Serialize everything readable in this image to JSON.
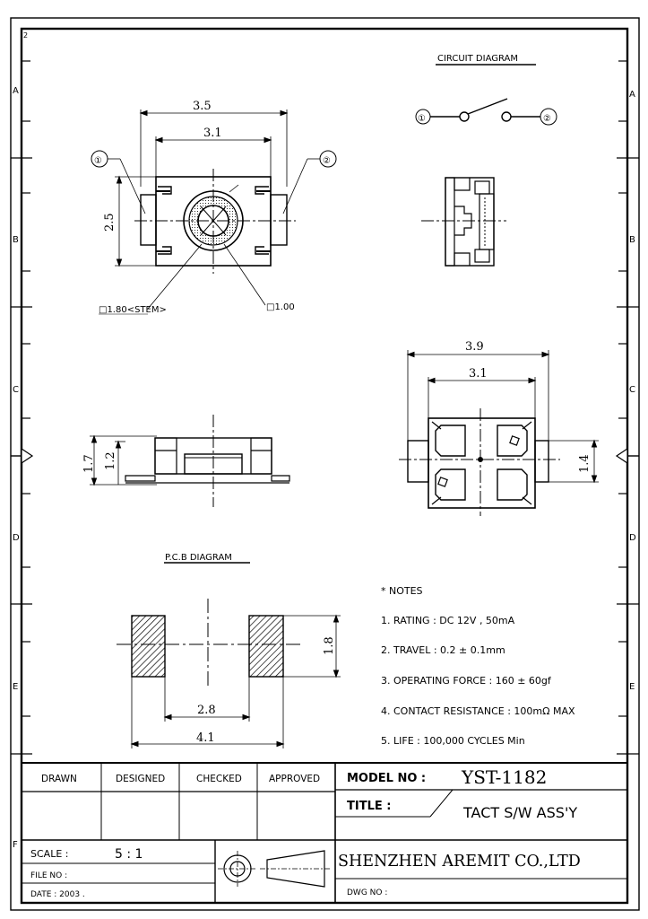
{
  "border_letters_left": [
    "A",
    "B",
    "C",
    "D",
    "E",
    "F"
  ],
  "border_letters_right": [
    "A",
    "B",
    "C",
    "D",
    "E"
  ],
  "border_corner_number": "2",
  "circuit": {
    "title": "CIRCUIT DIAGRAM",
    "pin1": "①",
    "pin2": "②"
  },
  "top_view": {
    "dim_width_outer": "3.5",
    "dim_width_inner": "3.1",
    "dim_height": "2.5",
    "pin1": "①",
    "pin2": "②",
    "callout_stem": "□1.80<STEM>",
    "callout_size": "□1.00"
  },
  "bottom_view": {
    "dim_width_outer": "3.9",
    "dim_width_inner": "3.1",
    "dim_height": "1.4"
  },
  "side_view": {
    "dim_total_height": "1.7",
    "dim_body_height": "1.2"
  },
  "pcb": {
    "title": "P.C.B DIAGRAM",
    "dim_pad_height": "1.8",
    "dim_inner_gap": "2.8",
    "dim_outer_width": "4.1"
  },
  "notes": {
    "heading": "* NOTES",
    "items": [
      "1. RATING : DC 12V , 50mA",
      "2. TRAVEL : 0.2 ± 0.1mm",
      "3. OPERATING FORCE :  160 ± 60gf",
      "4. CONTACT RESISTANCE : 100mΩ  MAX",
      "5. LIFE : 100,000 CYCLES Min"
    ]
  },
  "title_block": {
    "headers": [
      "DRAWN",
      "DESIGNED",
      "CHECKED",
      "APPROVED"
    ],
    "model_label": "MODEL NO :",
    "model_value": "YST-1182",
    "title_label": "TITLE :",
    "title_value": "TACT S/W ASS'Y",
    "scale_label": "SCALE :",
    "scale_value": "5 : 1",
    "file_label": "FILE NO :",
    "date_label": "DATE : 2003 .",
    "company": "SHENZHEN AREMIT CO.,LTD",
    "dwg_label": "DWG  NO :"
  }
}
